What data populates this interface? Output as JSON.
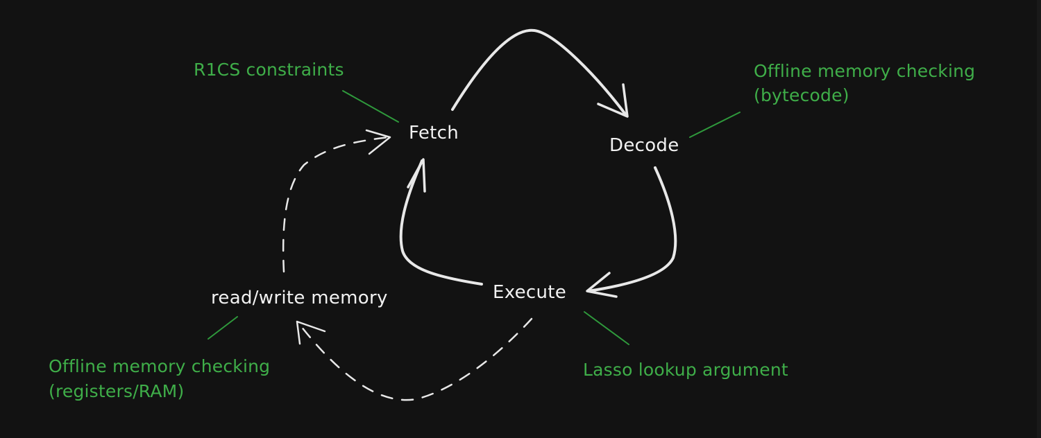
{
  "nodes": {
    "fetch": "Fetch",
    "decode": "Decode",
    "execute": "Execute",
    "memory": "read/write memory"
  },
  "annotations": {
    "fetch_note": [
      "R1CS constraints"
    ],
    "decode_note": [
      "Offline memory checking",
      "(bytecode)"
    ],
    "execute_note": [
      "Lasso lookup argument"
    ],
    "memory_note": [
      "Offline memory checking",
      "(registers/RAM)"
    ]
  },
  "colors": {
    "background": "#121212",
    "node_text": "#f2f2f2",
    "annotation": "#3fae49",
    "arrow": "#e8e8e8"
  }
}
